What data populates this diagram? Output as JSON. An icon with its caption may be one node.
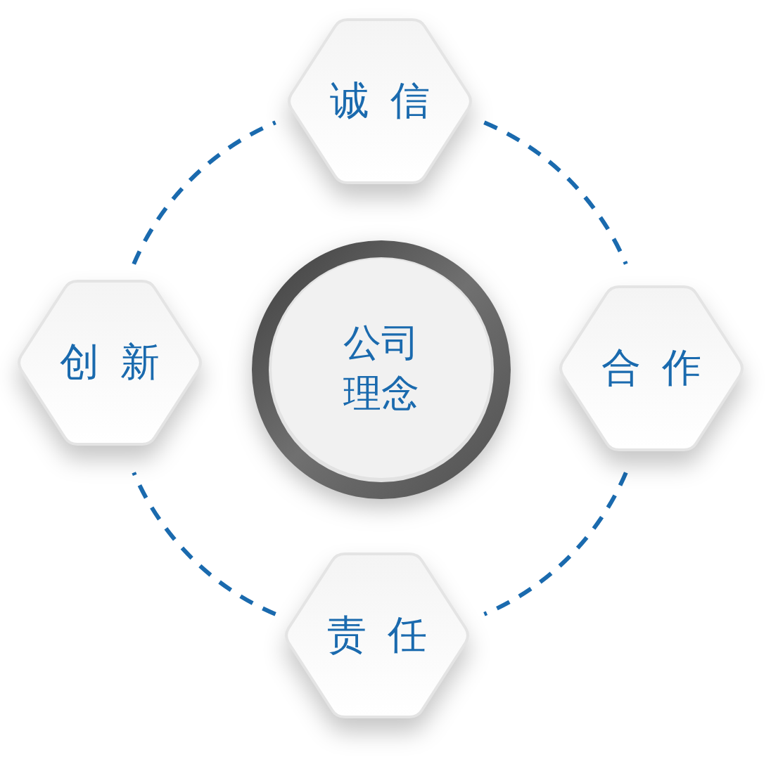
{
  "diagram": {
    "nodes": [
      {
        "text": [
          "诚信"
        ]
      },
      {
        "text": [
          "创新"
        ]
      },
      {
        "text": [
          "公司理念"
        ]
      },
      {
        "text": [
          "合作"
        ]
      },
      {
        "text": [
          "责任"
        ]
      }
    ],
    "edges": [
      {
        "from": 0,
        "to": 3,
        "arrow": "none",
        "style": "dashed"
      },
      {
        "from": 3,
        "to": 4,
        "arrow": "none",
        "style": "dashed"
      },
      {
        "from": 4,
        "to": 1,
        "arrow": "none",
        "style": "dashed"
      },
      {
        "from": 1,
        "to": 0,
        "arrow": "none",
        "style": "dashed"
      }
    ]
  }
}
